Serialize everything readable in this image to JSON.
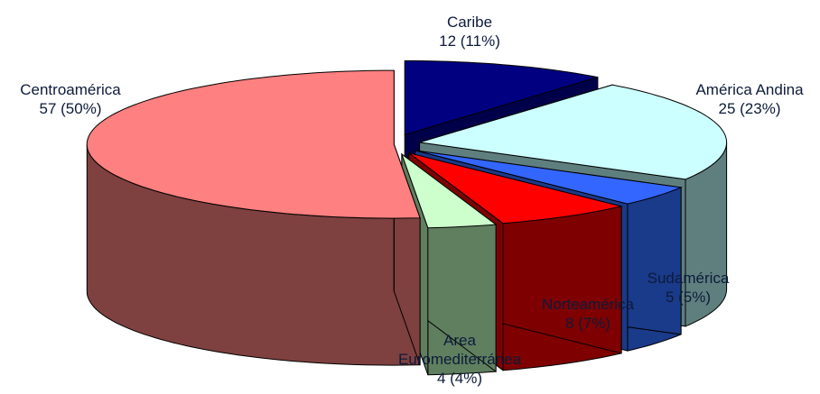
{
  "chart_data": {
    "type": "pie",
    "style": "3d-exploded",
    "slices": [
      {
        "label_lines": [
          "Caribe"
        ],
        "value": 12,
        "percent_label": "12 (11%)",
        "top_color": "#000080",
        "side_color": "#00004a"
      },
      {
        "label_lines": [
          "América Andina"
        ],
        "value": 25,
        "percent_label": "25 (23%)",
        "top_color": "#ccffff",
        "side_color": "#5f7f7f"
      },
      {
        "label_lines": [
          "Sudamérica"
        ],
        "value": 5,
        "percent_label": "5 (5%)",
        "top_color": "#3366ff",
        "side_color": "#1a3a8a"
      },
      {
        "label_lines": [
          "Norteamérica"
        ],
        "value": 8,
        "percent_label": "8 (7%)",
        "top_color": "#ff0000",
        "side_color": "#7f0000"
      },
      {
        "label_lines": [
          "Area",
          "Euromediterránea"
        ],
        "value": 4,
        "percent_label": "4 (4%)",
        "top_color": "#ccffcc",
        "side_color": "#5f7f5f"
      },
      {
        "label_lines": [
          "Centroamérica"
        ],
        "value": 57,
        "percent_label": "57 (50%)",
        "top_color": "#ff8080",
        "side_color": "#7f4040"
      }
    ]
  }
}
